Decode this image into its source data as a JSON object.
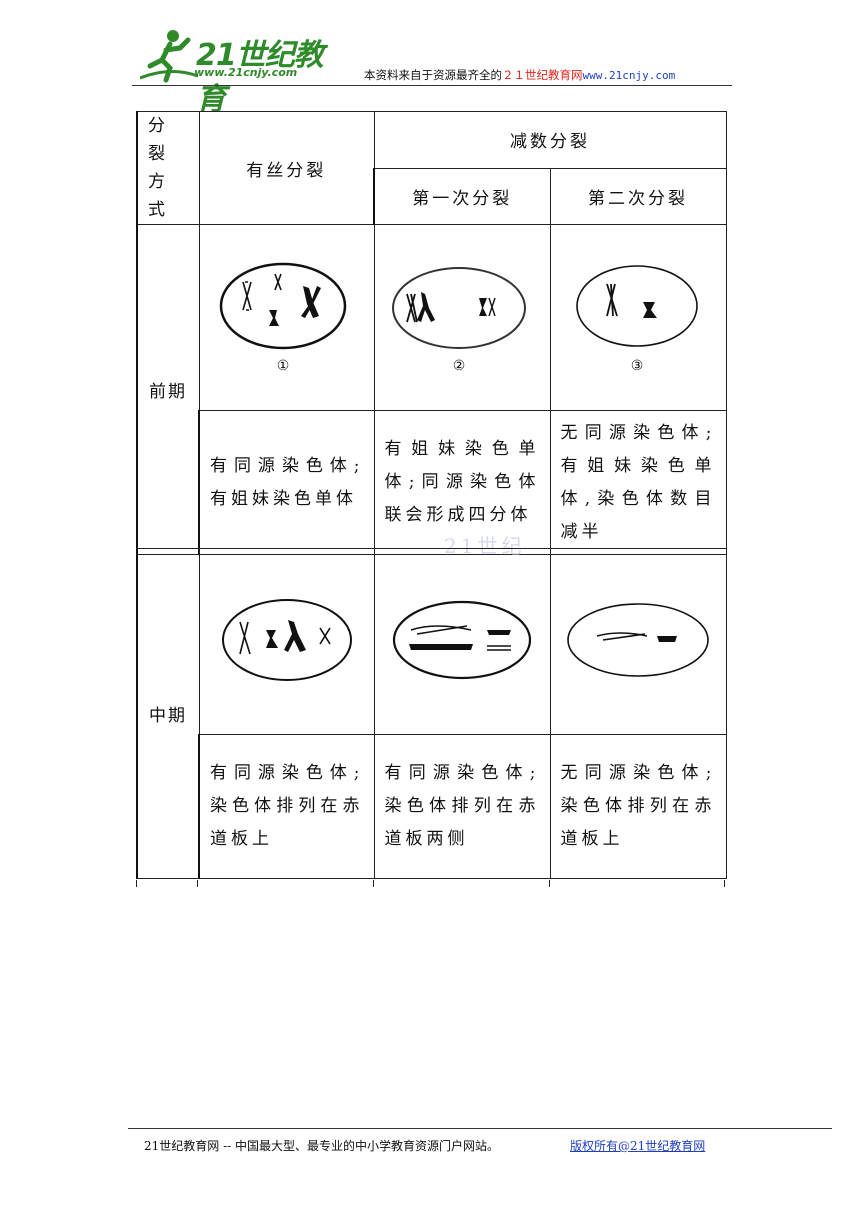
{
  "header": {
    "logo_text": "21世纪教育",
    "logo_url": "www.21cnjy.com",
    "note_prefix": "本资料来自于资源最齐全的",
    "note_brand": "２１世纪教育网",
    "note_url": "www.21cnjy.com"
  },
  "table": {
    "corner_label": "分裂方式",
    "mitosis_label": "有丝分裂",
    "meiosis_label": "减数分裂",
    "meiosis1_label": "第一次分裂",
    "meiosis2_label": "第二次分裂",
    "prophase": {
      "label": "前期",
      "fig_labels": [
        "①",
        "②",
        "③"
      ],
      "mitosis_desc": "有同源染色体;有姐妹染色单体",
      "meiosis1_desc": "有姐妹染色单体;同源染色体联会形成四分体",
      "meiosis2_desc": "无同源染色体;有姐妹染色单体,染色体数目减半"
    },
    "metaphase": {
      "label": "中期",
      "mitosis_desc": "有同源染色体;染色体排列在赤道板上",
      "meiosis1_desc": "有同源染色体;染色体排列在赤道板两侧",
      "meiosis2_desc": "无同源染色体;染色体排列在赤道板上"
    }
  },
  "watermark": "21世纪",
  "footer": {
    "left": "21世纪教育网 -- 中国最大型、最专业的中小学教育资源门户网站。",
    "right": "版权所有@21世纪教育网"
  },
  "colors": {
    "brand_green": "#2f8a2a",
    "brand_red": "#e1261c",
    "link_blue": "#1f3fbf"
  }
}
